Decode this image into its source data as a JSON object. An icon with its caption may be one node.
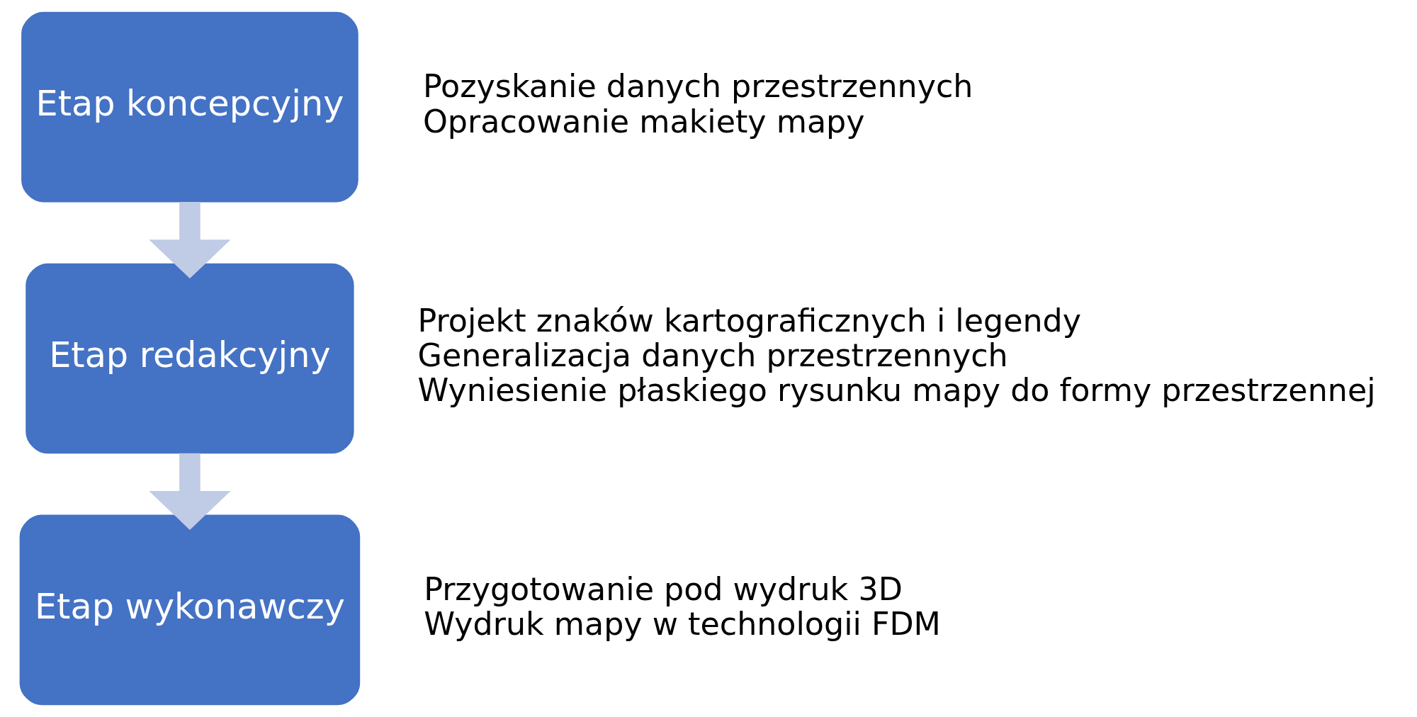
{
  "diagram": {
    "nodes": [
      {
        "text": [
          "Etap koncepcyjny"
        ],
        "beside": [
          "Pozyskanie danych przestrzennych",
          "Opracowanie makiety mapy"
        ]
      },
      {
        "text": [
          "Etap redakcyjny"
        ],
        "beside": [
          "Projekt znaków kartograficznych i legendy",
          "Generalizacja danych przestrzennych",
          "Wyniesienie płaskiego rysunku mapy do formy przestrzennej"
        ]
      },
      {
        "text": [
          "Etap wykonawczy"
        ],
        "beside": [
          "Przygotowanie pod wydruk 3D",
          "Wydruk mapy w technologii FDM"
        ]
      }
    ],
    "edges": [
      {
        "from": 0,
        "to": 1,
        "arrow": "to"
      },
      {
        "from": 1,
        "to": 2,
        "arrow": "to"
      }
    ]
  }
}
